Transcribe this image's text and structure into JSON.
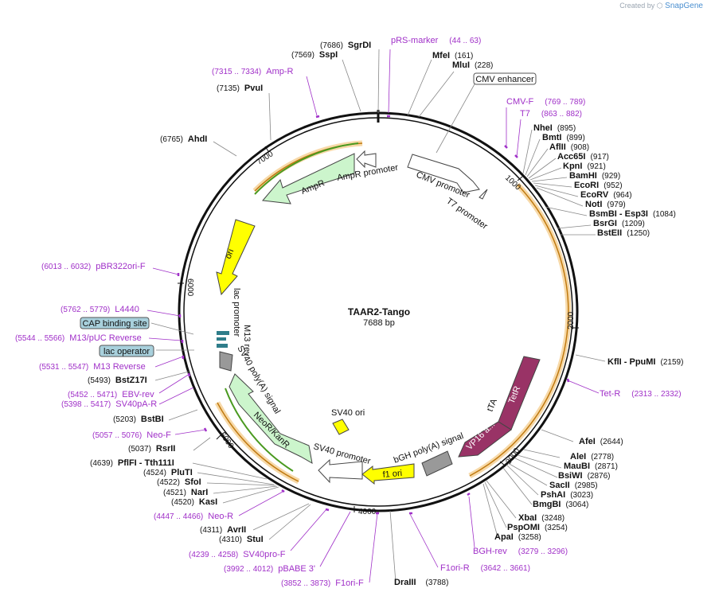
{
  "credit": {
    "prefix": "Created by",
    "brand": "SnapGene"
  },
  "plasmid": {
    "name": "TAAR2-Tango",
    "length_label": "7688 bp",
    "length": 7688
  },
  "ticks": [
    "1000",
    "2000",
    "3000",
    "4000",
    "5000",
    "6000",
    "7000"
  ],
  "sites": [
    {
      "name": "SgrDI",
      "pos": "(7686)"
    },
    {
      "name": "SspI",
      "pos": "(7569)"
    },
    {
      "name": "PvuI",
      "pos": "(7135)"
    },
    {
      "name": "AhdI",
      "pos": "(6765)"
    },
    {
      "name": "MfeI",
      "pos": "(161)"
    },
    {
      "name": "MluI",
      "pos": "(228)"
    },
    {
      "name": "NheI",
      "pos": "(895)"
    },
    {
      "name": "BmtI",
      "pos": "(899)"
    },
    {
      "name": "AflII",
      "pos": "(908)"
    },
    {
      "name": "Acc65I",
      "pos": "(917)"
    },
    {
      "name": "KpnI",
      "pos": "(921)"
    },
    {
      "name": "BamHI",
      "pos": "(929)"
    },
    {
      "name": "EcoRI",
      "pos": "(952)"
    },
    {
      "name": "EcoRV",
      "pos": "(964)"
    },
    {
      "name": "NotI",
      "pos": "(979)"
    },
    {
      "name": "BsmBI - Esp3I",
      "pos": "(1084)"
    },
    {
      "name": "BsrGI",
      "pos": "(1209)"
    },
    {
      "name": "BstEII",
      "pos": "(1250)"
    },
    {
      "name": "KflI - PpuMI",
      "pos": "(2159)"
    },
    {
      "name": "AfeI",
      "pos": "(2644)"
    },
    {
      "name": "AleI",
      "pos": "(2778)"
    },
    {
      "name": "MauBI",
      "pos": "(2871)"
    },
    {
      "name": "BsiWI",
      "pos": "(2876)"
    },
    {
      "name": "SacII",
      "pos": "(2985)"
    },
    {
      "name": "PshAI",
      "pos": "(3023)"
    },
    {
      "name": "BmgBI",
      "pos": "(3064)"
    },
    {
      "name": "XbaI",
      "pos": "(3248)"
    },
    {
      "name": "PspOMI",
      "pos": "(3254)"
    },
    {
      "name": "ApaI",
      "pos": "(3258)"
    },
    {
      "name": "DraIII",
      "pos": "(3788)"
    },
    {
      "name": "StuI",
      "pos": "(4310)"
    },
    {
      "name": "AvrII",
      "pos": "(4311)"
    },
    {
      "name": "KasI",
      "pos": "(4520)"
    },
    {
      "name": "NarI",
      "pos": "(4521)"
    },
    {
      "name": "SfoI",
      "pos": "(4522)"
    },
    {
      "name": "PluTI",
      "pos": "(4524)"
    },
    {
      "name": "PflFI - Tth111I",
      "pos": "(4639)"
    },
    {
      "name": "RsrII",
      "pos": "(5037)"
    },
    {
      "name": "BstBI",
      "pos": "(5203)"
    },
    {
      "name": "BstZ17I",
      "pos": "(5493)"
    }
  ],
  "primers": [
    {
      "name": "pRS-marker",
      "pos": "(44 .. 63)"
    },
    {
      "name": "Amp-R",
      "pos": "(7315 .. 7334)"
    },
    {
      "name": "CMV-F",
      "pos": "(769 .. 789)"
    },
    {
      "name": "T7",
      "pos": "(863 .. 882)"
    },
    {
      "name": "pBR322ori-F",
      "pos": "(6013 .. 6032)"
    },
    {
      "name": "L4440",
      "pos": "(5762 .. 5779)"
    },
    {
      "name": "M13/pUC Reverse",
      "pos": "(5544 .. 5566)"
    },
    {
      "name": "M13 Reverse",
      "pos": "(5531 .. 5547)"
    },
    {
      "name": "EBV-rev",
      "pos": "(5452 .. 5471)"
    },
    {
      "name": "SV40pA-R",
      "pos": "(5398 .. 5417)"
    },
    {
      "name": "Neo-F",
      "pos": "(5057 .. 5076)"
    },
    {
      "name": "Neo-R",
      "pos": "(4447 .. 4466)"
    },
    {
      "name": "SV40pro-F",
      "pos": "(4239 .. 4258)"
    },
    {
      "name": "pBABE 3'",
      "pos": "(3992 .. 4012)"
    },
    {
      "name": "F1ori-F",
      "pos": "(3852 .. 3873)"
    },
    {
      "name": "F1ori-R",
      "pos": "(3642 .. 3661)"
    },
    {
      "name": "BGH-rev",
      "pos": "(3279 .. 3296)"
    },
    {
      "name": "Tet-R",
      "pos": "(2313 .. 2332)"
    }
  ],
  "boxed_features": [
    {
      "name": "CMV enhancer"
    },
    {
      "name": "CAP binding site"
    },
    {
      "name": "lac operator"
    }
  ],
  "features": [
    {
      "name": "AmpR",
      "color": "#ccf5cc"
    },
    {
      "name": "AmpR promoter",
      "color": "#ffffff"
    },
    {
      "name": "CMV promoter",
      "color": "#ffffff"
    },
    {
      "name": "T7 promoter",
      "color": "#ffffff"
    },
    {
      "name": "ori",
      "color": "#ffff00"
    },
    {
      "name": "lac promoter",
      "color": "#ffffff"
    },
    {
      "name": "M13 rev",
      "color": "#ffffff"
    },
    {
      "name": "SV40 poly(A) signal",
      "color": "#999999"
    },
    {
      "name": "NeoR/KanR",
      "color": "#ccf5cc"
    },
    {
      "name": "SV40 ori",
      "color": "#ffff00"
    },
    {
      "name": "SV40 promoter",
      "color": "#ffffff"
    },
    {
      "name": "f1 ori",
      "color": "#ffff00"
    },
    {
      "name": "bGH poly(A) signal",
      "color": "#999999"
    },
    {
      "name": "tTA",
      "color": "#ffffff"
    },
    {
      "name": "TetR",
      "color": "#993366"
    },
    {
      "name": "VP16 a...",
      "color": "#993366"
    }
  ],
  "colors": {
    "primer": "#a030c8",
    "orf": "#f0a830",
    "backbone": "#111111"
  }
}
